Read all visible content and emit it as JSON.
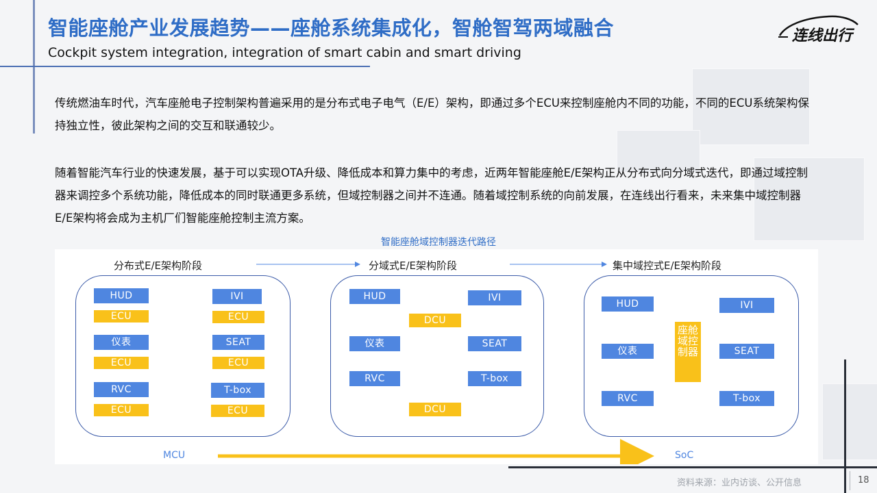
{
  "header": {
    "title": "智能座舱产业发展趋势——座舱系统集成化，智舱智驾两域融合",
    "subtitle": "Cockpit system integration, integration of smart cabin and smart driving",
    "logo_text": "连线出行"
  },
  "body": {
    "paragraph_1": "传统燃油车时代，汽车座舱电子控制架构普遍采用的是分布式电子电气（E/E）架构，即通过多个ECU来控制座舱内不同的功能，不同的ECU系统架构保持独立性，彼此架构之间的交互和联通较少。",
    "paragraph_2": "随着智能汽车行业的快速发展，基于可以实现OTA升级、降低成本和算力集中的考虑，近两年智能座舱E/E架构正从分布式向分域式迭代，即通过域控制器来调控多个系统功能，降低成本的同时联通更多系统，但域控制器之间并不连通。随着域控制系统的向前发展，在连线出行看来，未来集中域控制器E/E架构将会成为主机厂们智能座舱控制主流方案。"
  },
  "diagram": {
    "caption": "智能座舱域控制器迭代路径",
    "stages": [
      "分布式E/E架构阶段",
      "分域式E/E架构阶段",
      "集中域控式E/E架构阶段"
    ],
    "distributed": {
      "modules": [
        "HUD",
        "IVI",
        "仪表",
        "SEAT",
        "RVC",
        "T-box"
      ],
      "ecu_label": "ECU"
    },
    "domain": {
      "modules": [
        "HUD",
        "IVI",
        "仪表",
        "SEAT",
        "RVC",
        "T-box"
      ],
      "dcu_label": "DCU"
    },
    "centralized": {
      "modules": [
        "HUD",
        "IVI",
        "仪表",
        "SEAT",
        "RVC",
        "T-box"
      ],
      "controller_label": "座舱域控制器"
    },
    "axis": {
      "start": "MCU",
      "end": "SoC"
    },
    "colors": {
      "blue": "#4f86e0",
      "yellow": "#f9c11a",
      "border": "#3a5aa8",
      "title": "#2f6dc6"
    }
  },
  "footer": {
    "source": "资料来源：业内访谈、公开信息",
    "page_number": "18"
  }
}
